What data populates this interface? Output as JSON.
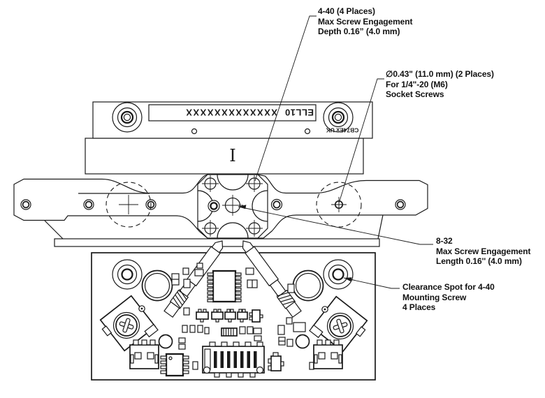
{
  "notes": {
    "tap_4_40": {
      "line1": "4-40 (4 Places)",
      "line2": "Max Screw Engagement",
      "line3": "Depth 0.16” (4.0 mm)"
    },
    "counterbore": {
      "line1": "∅0.43\" (11.0 mm) (2 Places)",
      "line2": "For 1/4\"-20 (M6)",
      "line3": "Socket Screws"
    },
    "tap_8_32": {
      "line1": "8-32",
      "line2": "Max Screw Engagement",
      "line3": "Length 0.16'' (4.0 mm)"
    },
    "clearance": {
      "line1": "Clearance Spot for 4-40",
      "line2": "Mounting Screw",
      "line3": "4 Places"
    }
  },
  "labels": {
    "device": "ELL10",
    "serial_mask": "XXXXXXXXXXXXX",
    "board_marking": "CB74Ex UK",
    "beam_symbol": "I"
  },
  "colors": {
    "line": "#1a1a1a",
    "background": "#ffffff"
  }
}
